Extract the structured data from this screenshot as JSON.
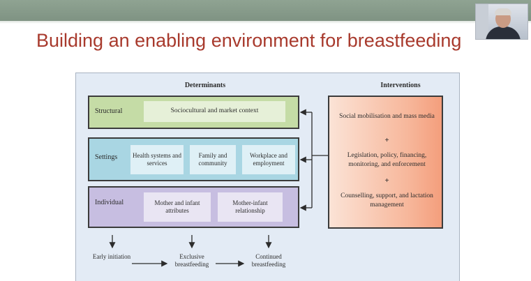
{
  "slide": {
    "title": "Building an enabling environment for breastfeeding"
  },
  "figure": {
    "determinants_heading": "Determinants",
    "interventions_heading": "Interventions",
    "structural": {
      "label": "Structural",
      "items": [
        "Sociocultural and market context"
      ]
    },
    "settings": {
      "label": "Settings",
      "items": [
        "Health systems and services",
        "Family and community",
        "Workplace and employment"
      ]
    },
    "individual": {
      "label": "Individual",
      "items": [
        "Mother and infant attributes",
        "Mother-infant relationship"
      ]
    },
    "interventions": {
      "items": [
        "Social mobilisation and mass media",
        "Legislation, policy, financing, monitoring, and enforcement",
        "Counselling, support, and lactation management"
      ],
      "separator": "+"
    },
    "outcomes": [
      "Early initiation",
      "Exclusive breastfeeding",
      "Continued breastfeeding"
    ]
  },
  "colors": {
    "title": "#a83a2d",
    "structural": "#c5dca6",
    "settings": "#a9d6e3",
    "individual": "#c7bee1",
    "interventions_gradient_end": "#f49e7c",
    "top_bar": "#8fa392"
  }
}
